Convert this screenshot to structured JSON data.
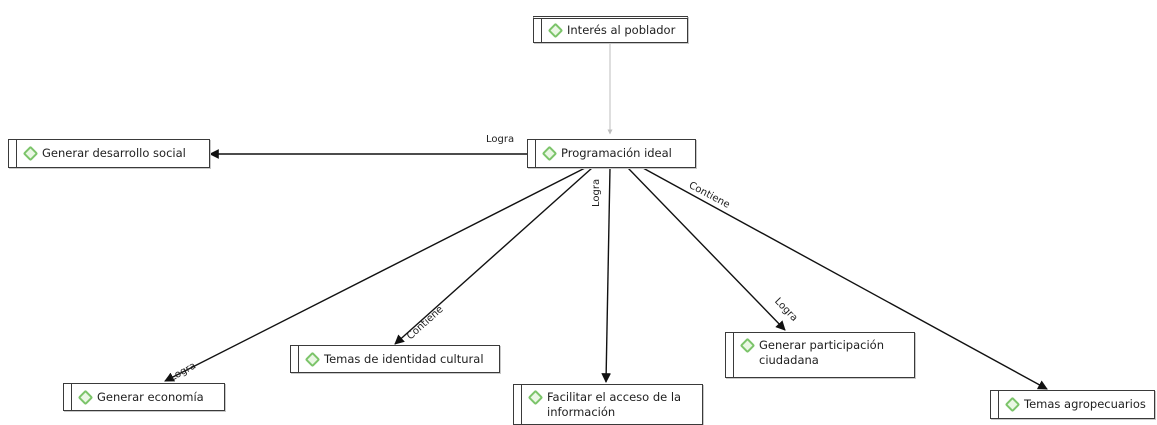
{
  "colors": {
    "node_border": "#3a3a3a",
    "code_icon": "#7cc46a",
    "edge": "#111111",
    "edge_faint": "#bdbdbd"
  },
  "nodes": {
    "interes": {
      "label": "Interés al poblador",
      "icon": "code-diamond-icon"
    },
    "programacion": {
      "label": "Programación ideal",
      "icon": "code-diamond-icon"
    },
    "desarrollo": {
      "label": "Generar desarrollo social",
      "icon": "code-diamond-icon"
    },
    "economia": {
      "label": "Generar economía",
      "icon": "code-diamond-icon"
    },
    "identidad": {
      "label": "Temas de identidad cultural",
      "icon": "code-diamond-icon"
    },
    "facilitar": {
      "label": "Facilitar el acceso de la información",
      "icon": "code-diamond-icon"
    },
    "participacion": {
      "label": "Generar participación ciudadana",
      "icon": "code-diamond-icon"
    },
    "agropecuarios": {
      "label": "Temas agropecuarios",
      "icon": "code-diamond-icon"
    }
  },
  "relations": {
    "logra_desarrollo": "Logra",
    "logra_economia": "Logra",
    "contiene_identidad": "Contiene",
    "logra_facilitar": "Logra",
    "logra_participacion": "Logra",
    "contiene_agropecuarios": "Contiene"
  }
}
